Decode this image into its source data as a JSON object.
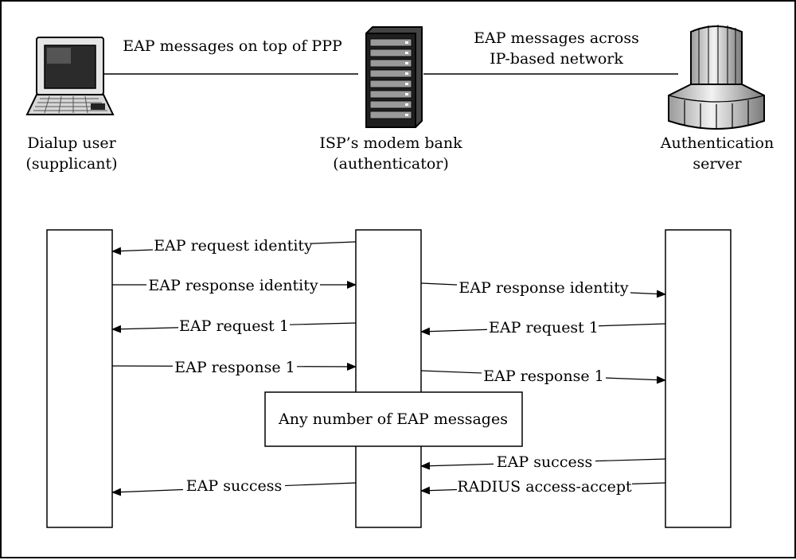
{
  "entities": {
    "supplicant": {
      "line1": "Dialup user",
      "line2": "(supplicant)"
    },
    "authenticator": {
      "line1": "ISP’s modem bank",
      "line2": "(authenticator)"
    },
    "server": {
      "line1": "Authentication",
      "line2": "server"
    }
  },
  "links": {
    "left": "EAP messages on top of PPP",
    "right_line1": "EAP messages across",
    "right_line2": "IP-based network"
  },
  "messages": {
    "m1": "EAP request identity",
    "m2": "EAP response identity",
    "m3": "EAP response identity",
    "m4": "EAP request 1",
    "m5": "EAP request 1",
    "m6": "EAP response 1",
    "m7": "EAP response 1",
    "m8": "EAP success",
    "m9": "RADIUS access-accept",
    "m10": "EAP success"
  },
  "note": "Any number of EAP messages"
}
